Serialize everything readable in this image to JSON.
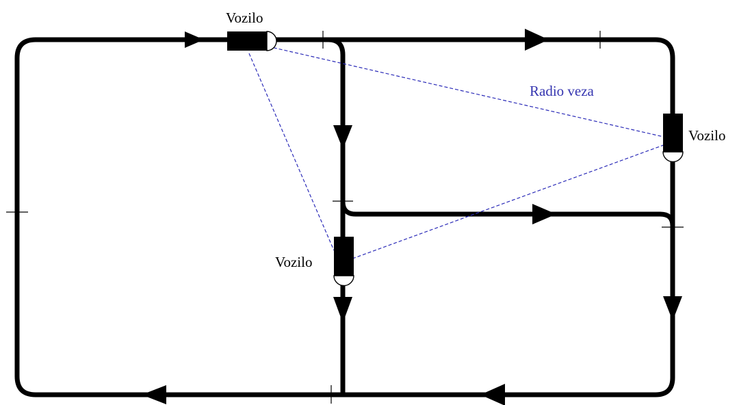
{
  "labels": {
    "vehicle_top": "Vozilo",
    "vehicle_right": "Vozilo",
    "vehicle_middle": "Vozilo",
    "radio_link": "Radio veza"
  },
  "colors": {
    "track": "#000000",
    "radio_link": "#2b2bb8",
    "radio_label": "#3535b0"
  }
}
